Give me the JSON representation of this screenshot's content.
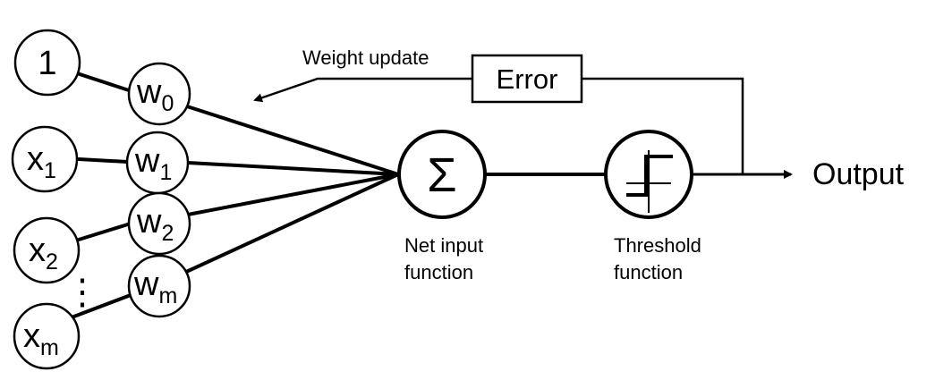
{
  "inputs": [
    {
      "main": "1",
      "sub": ""
    },
    {
      "main": "x",
      "sub": "1"
    },
    {
      "main": "x",
      "sub": "2"
    },
    {
      "main": "x",
      "sub": "m"
    }
  ],
  "weights": [
    {
      "main": "w",
      "sub": "0"
    },
    {
      "main": "w",
      "sub": "1"
    },
    {
      "main": "w",
      "sub": "2"
    },
    {
      "main": "w",
      "sub": "m"
    }
  ],
  "ellipsis": "⋮",
  "summation": {
    "symbol": "Σ",
    "caption_line1": "Net input",
    "caption_line2": "function"
  },
  "threshold": {
    "caption_line1": "Threshold",
    "caption_line2": "function"
  },
  "output_label": "Output",
  "error_label": "Error",
  "weight_update_label": "Weight update"
}
